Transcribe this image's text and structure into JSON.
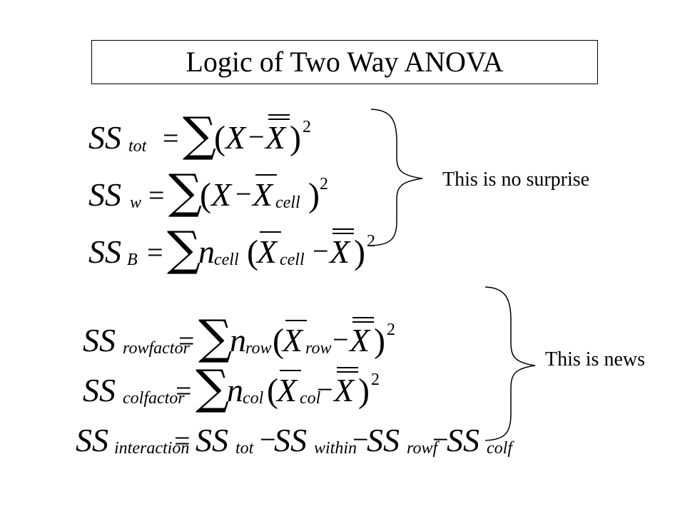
{
  "title": "Logic of Two Way ANOVA",
  "notes": {
    "first": "This is no surprise",
    "second": "This is news"
  },
  "symbols": {
    "ss": "SS",
    "eq": "=",
    "sum": "∑",
    "minus": "−",
    "x": "X",
    "n": "n",
    "lp": "(",
    "rp": ")",
    "sq": "2"
  },
  "subscripts": {
    "tot": "tot",
    "w": "w",
    "B": "B",
    "cell": "cell",
    "rowfactor": "rowfactor",
    "colfactor": "colfactor",
    "row": "row",
    "col": "col",
    "interaction": "interaction",
    "within": "within",
    "rowf": "rowf",
    "colf": "colf"
  }
}
